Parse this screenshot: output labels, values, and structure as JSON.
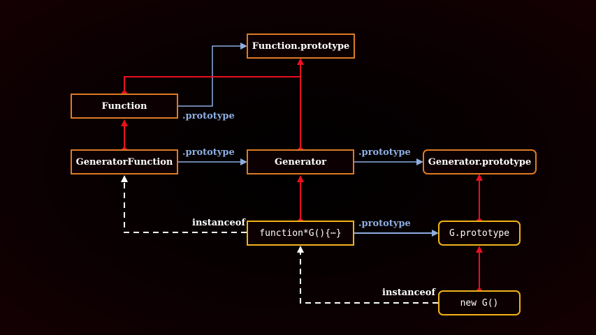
{
  "diagram": {
    "colors": {
      "background": "#130002",
      "inherits_edge": "#e8101e",
      "prototype_edge": "#8eaee0",
      "instanceof_edge": "#ffffff",
      "builtin_border": "#e07a24",
      "user_border": "#f3b21a"
    },
    "nodes": {
      "function_prototype": "Function.prototype",
      "function": "Function",
      "generator_function": "GeneratorFunction",
      "generator": "Generator",
      "generator_prototype": "Generator.prototype",
      "generator_fn": "function*G(){⋯}",
      "g_prototype": "G.prototype",
      "new_g": "new G()"
    },
    "edge_labels": {
      "function_prototype_link": ".prototype",
      "genfunc_prototype_link": ".prototype",
      "generator_prototype_link": ".prototype",
      "g_prototype_link": ".prototype",
      "g_instanceof": "instanceof",
      "newg_instanceof": "instanceof"
    },
    "edges": [
      {
        "from": "function",
        "to": "function_prototype",
        "type": "inherits"
      },
      {
        "from": "generator",
        "to": "function_prototype",
        "type": "inherits"
      },
      {
        "from": "generator_function",
        "to": "function",
        "type": "inherits"
      },
      {
        "from": "generator_fn",
        "to": "generator",
        "type": "inherits"
      },
      {
        "from": "g_prototype",
        "to": "generator_prototype",
        "type": "inherits"
      },
      {
        "from": "new_g",
        "to": "g_prototype",
        "type": "inherits"
      },
      {
        "from": "function",
        "to": "function_prototype",
        "type": "prototype"
      },
      {
        "from": "generator_function",
        "to": "generator",
        "type": "prototype"
      },
      {
        "from": "generator",
        "to": "generator_prototype",
        "type": "prototype"
      },
      {
        "from": "generator_fn",
        "to": "g_prototype",
        "type": "prototype"
      },
      {
        "from": "generator_fn",
        "to": "generator_function",
        "type": "instanceof"
      },
      {
        "from": "new_g",
        "to": "generator_fn",
        "type": "instanceof"
      }
    ]
  }
}
